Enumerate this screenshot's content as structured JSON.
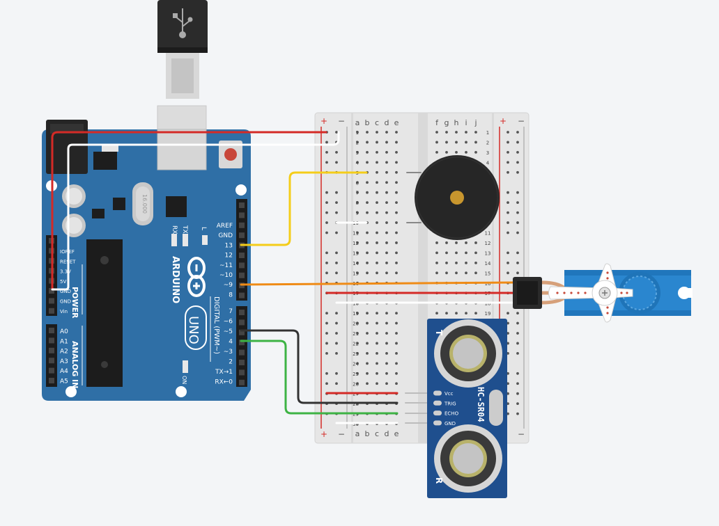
{
  "arduino": {
    "brand": "ARDUINO",
    "model": "UNO",
    "chip_label": "16.000",
    "on_label": "ON",
    "rx_label": "RX",
    "tx_label": "TX",
    "l_label": "L",
    "digital_title": "DIGITAL (PWM~)",
    "power_title": "POWER",
    "analog_title": "ANALOG IN",
    "power_pins": [
      "IOREF",
      "RESET",
      "3.3V",
      "5V",
      "GND",
      "GND",
      "Vin"
    ],
    "analog_pins": [
      "A0",
      "A1",
      "A2",
      "A3",
      "A4",
      "A5"
    ],
    "digital_top": [
      "AREF",
      "GND",
      "13",
      "12",
      "~11",
      "~10",
      "~9",
      "8"
    ],
    "digital_bottom": [
      "7",
      "~6",
      "~5",
      "4",
      "~3",
      "2",
      "TX→1",
      "RX←0"
    ]
  },
  "breadboard": {
    "cols_left": [
      "a",
      "b",
      "c",
      "d",
      "e"
    ],
    "cols_right": [
      "f",
      "g",
      "h",
      "i",
      "j"
    ],
    "rows": [
      "1",
      "2",
      "3",
      "4",
      "5",
      "6",
      "7",
      "8",
      "9",
      "10",
      "11",
      "12",
      "13",
      "14",
      "15",
      "16",
      "17",
      "18",
      "19",
      "20",
      "21",
      "22",
      "23",
      "24",
      "25",
      "26",
      "27",
      "28",
      "29",
      "30"
    ],
    "plus": "+",
    "minus": "−"
  },
  "sensor": {
    "model": "HC-SR04",
    "pins": [
      "Vcc",
      "TRIG",
      "ECHO",
      "GND"
    ],
    "t_label": "T",
    "r_label": "R"
  },
  "colors": {
    "board": "#2f6fa6",
    "wire_red": "#d42a26",
    "wire_white": "#ffffff",
    "wire_yellow": "#f4cd1a",
    "wire_orange": "#ef8b16",
    "wire_black": "#333333",
    "wire_green": "#3db344",
    "servo": "#2a86cf"
  }
}
